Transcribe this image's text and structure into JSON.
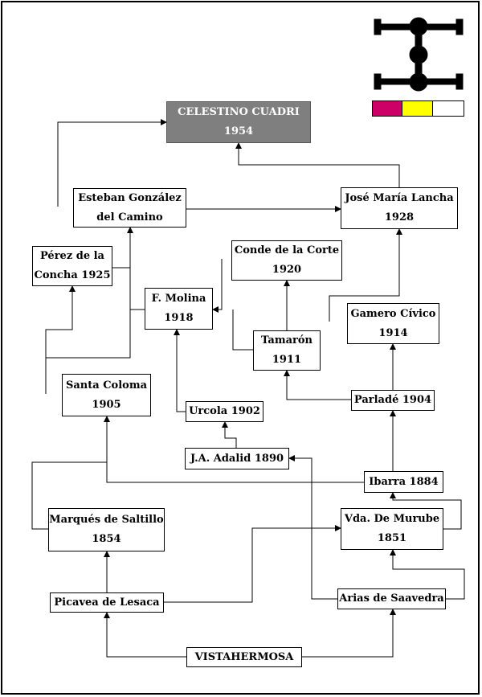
{
  "diagram": {
    "root": "CELESTINO CUADRI\n1954",
    "nodes": {
      "esteban": "Esteban González\ndel Camino",
      "jose_maria": "José María Lancha\n1928",
      "perez": "Pérez de la\nConcha 1925",
      "conde": "Conde de la Corte\n1920",
      "molina": "F. Molina\n1918",
      "gamero": "Gamero Cívico\n1914",
      "tamaron": "Tamarón\n1911",
      "santa_coloma": "Santa Coloma\n1905",
      "parlade": "Parladé 1904",
      "urcola": "Urcola 1902",
      "adalid": "J.A. Adalid 1890",
      "ibarra": "Ibarra 1884",
      "saltillo": "Marqués de Saltillo\n1854",
      "murube": "Vda. De Murube\n1851",
      "picavea": "Picavea de Lesaca",
      "arias": "Arias de Saavedra",
      "vistahermosa": "VISTAHERMOSA"
    },
    "colors": {
      "root_fill": "#7f7f7f",
      "swatch_1": "#cc0066",
      "swatch_2": "#ffff00",
      "swatch_3": "#ffffff"
    },
    "icon": "cattle-brand-iron-icon"
  }
}
